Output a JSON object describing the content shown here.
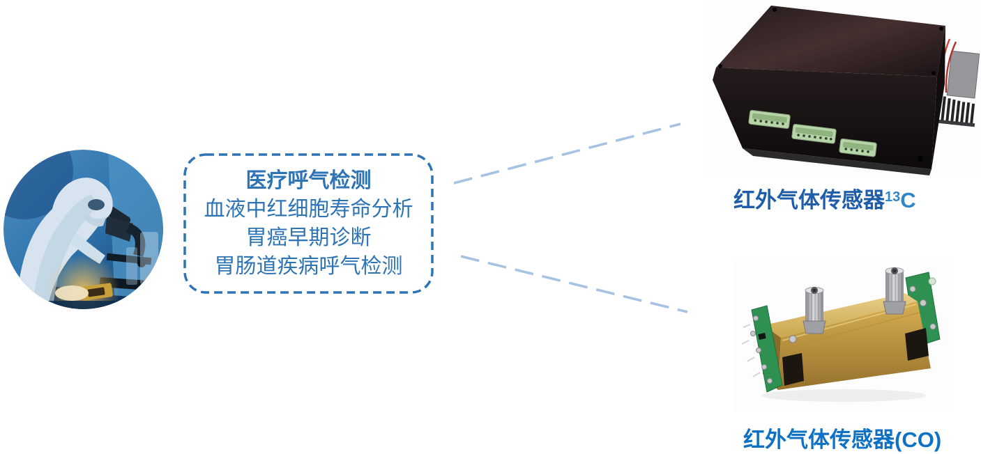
{
  "page": {
    "background": "#FFFFFF",
    "accent_blue": "#2E74B5",
    "connector_color": "#A6C3E3"
  },
  "lab_photo": {
    "alt": "researcher-in-cleanroom-using-microscope"
  },
  "application_box": {
    "title": "医疗呼气检测",
    "items": [
      "血液中红细胞寿命分析",
      "胃癌早期诊断",
      "胃肠道疾病呼气检测"
    ],
    "border_color": "#2E74B5",
    "text_color": "#2E74B5",
    "border_style": "dashed-rounded"
  },
  "connectors": {
    "style": "dashed",
    "color": "#A6C3E3",
    "count": 2
  },
  "products": [
    {
      "caption_prefix": "红外气体传感器",
      "caption_superscript": "13",
      "caption_suffix": "C",
      "full_caption": "红外气体传感器13C",
      "photo": "black-infrared-gas-sensor-module",
      "caption_color_cn": "#1F5CA9",
      "caption_color_latin": "#2F86C8"
    },
    {
      "caption_prefix": "红外气体传感器",
      "caption_suffix": "(CO)",
      "full_caption": "红外气体传感器(CO)",
      "photo": "gold-infrared-gas-sensor-module",
      "caption_color": "#0E71C4"
    }
  ]
}
